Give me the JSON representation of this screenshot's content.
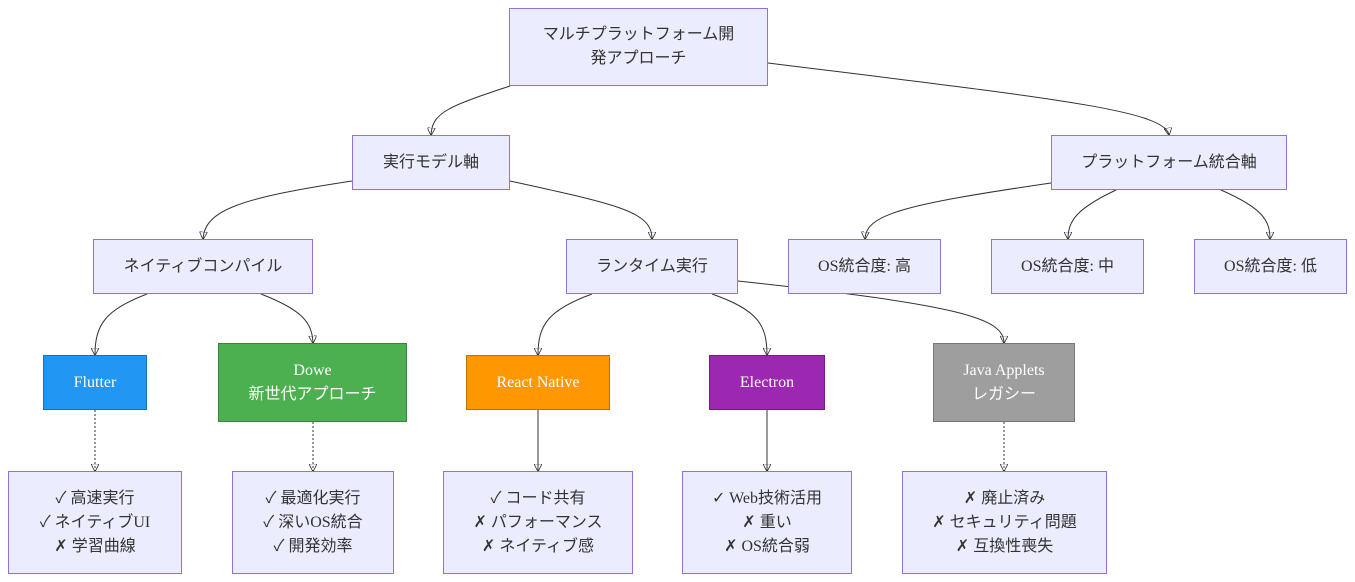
{
  "colors": {
    "node_fill": "#ECECFF",
    "node_border": "#9370DB",
    "edge": "#333333",
    "flutter": "#2196F3",
    "dowe": "#4CAF50",
    "react_native": "#FF9800",
    "electron": "#9C27B0",
    "java_applets": "#9E9E9E"
  },
  "nodes": {
    "root": {
      "lines": [
        "マルチプラットフォーム開",
        "発アプローチ"
      ]
    },
    "execution_axis": {
      "lines": [
        "実行モデル軸"
      ]
    },
    "platform_axis": {
      "lines": [
        "プラットフォーム統合軸"
      ]
    },
    "native_compile": {
      "lines": [
        "ネイティブコンパイル"
      ]
    },
    "runtime_exec": {
      "lines": [
        "ランタイム実行"
      ]
    },
    "os_high": {
      "lines": [
        "OS統合度: 高"
      ]
    },
    "os_mid": {
      "lines": [
        "OS統合度: 中"
      ]
    },
    "os_low": {
      "lines": [
        "OS統合度: 低"
      ]
    },
    "flutter": {
      "lines": [
        "Flutter"
      ]
    },
    "dowe": {
      "lines": [
        "Dowe",
        "新世代アプローチ"
      ]
    },
    "react_native": {
      "lines": [
        "React Native"
      ]
    },
    "electron": {
      "lines": [
        "Electron"
      ]
    },
    "java_applets": {
      "lines": [
        "Java Applets",
        "レガシー"
      ]
    },
    "flutter_notes": {
      "lines": [
        "✓ 高速実行",
        "✓ ネイティブUI",
        "✗ 学習曲線"
      ]
    },
    "dowe_notes": {
      "lines": [
        "✓ 最適化実行",
        "✓ 深いOS統合",
        "✓ 開発効率"
      ]
    },
    "react_native_notes": {
      "lines": [
        "✓ コード共有",
        "✗ パフォーマンス",
        "✗ ネイティブ感"
      ]
    },
    "electron_notes": {
      "lines": [
        "✓ Web技術活用",
        "✗ 重い",
        "✗ OS統合弱"
      ]
    },
    "java_applets_notes": {
      "lines": [
        "✗ 廃止済み",
        "✗ セキュリティ問題",
        "✗ 互換性喪失"
      ]
    }
  }
}
